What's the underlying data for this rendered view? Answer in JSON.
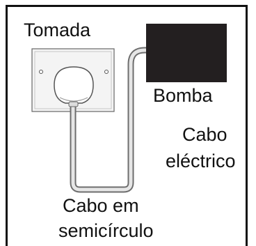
{
  "labels": {
    "socket": "Tomada",
    "pump": "Bomba",
    "cable_line1": "Cabo",
    "cable_line2": "eléctrico",
    "loop_line1": "Cabo em",
    "loop_line2": "semicírculo"
  },
  "colors": {
    "pump_box": "#231f20",
    "cable_outer": "#6d6d6d",
    "cable_inner": "#e6e6e6",
    "socket_plate": "#f4f4f4",
    "frame": "#111111"
  }
}
